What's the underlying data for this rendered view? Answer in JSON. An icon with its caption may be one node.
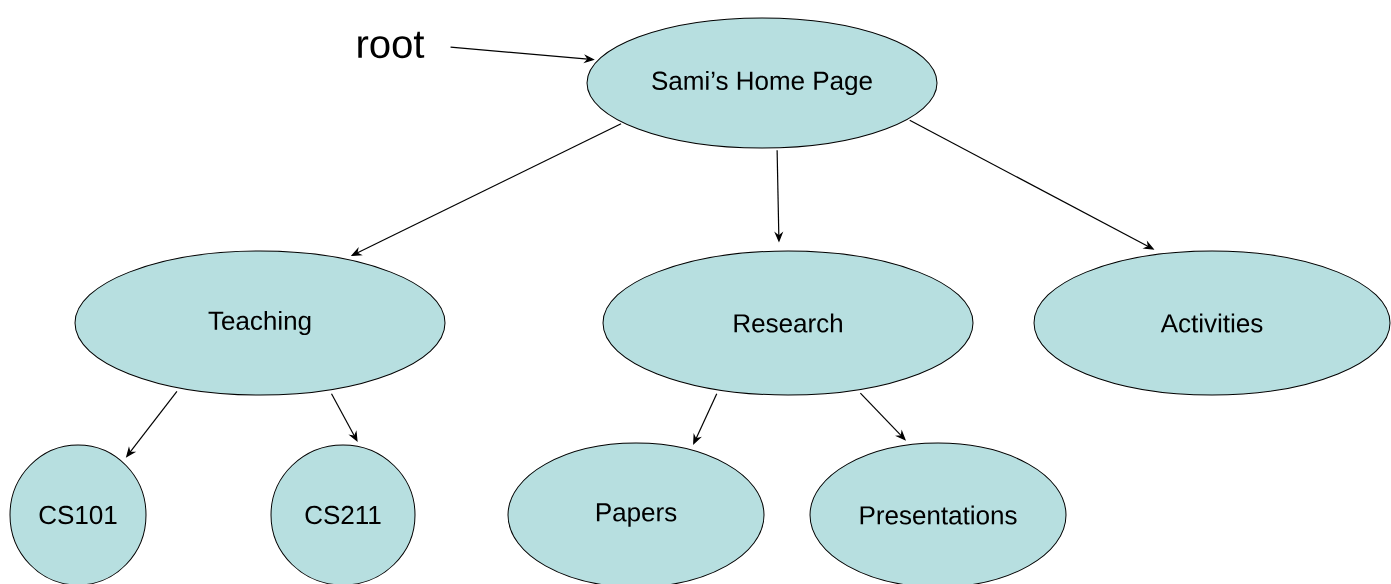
{
  "diagram": {
    "nodes": [
      {
        "text": [
          "root"
        ]
      },
      {
        "text": [
          "Sami’s Home Page"
        ]
      },
      {
        "text": [
          "Teaching"
        ]
      },
      {
        "text": [
          "Research"
        ]
      },
      {
        "text": [
          "Activities"
        ]
      },
      {
        "text": [
          "CS101"
        ]
      },
      {
        "text": [
          "CS211"
        ]
      },
      {
        "text": [
          "Papers"
        ]
      },
      {
        "text": [
          "Presentations"
        ]
      }
    ],
    "edges": [
      {
        "from": 0,
        "to": 1,
        "arrow": "to"
      },
      {
        "from": 1,
        "to": 2,
        "arrow": "to"
      },
      {
        "from": 1,
        "to": 3,
        "arrow": "to"
      },
      {
        "from": 1,
        "to": 4,
        "arrow": "to"
      },
      {
        "from": 2,
        "to": 5,
        "arrow": "to"
      },
      {
        "from": 2,
        "to": 6,
        "arrow": "to"
      },
      {
        "from": 3,
        "to": 7,
        "arrow": "to"
      },
      {
        "from": 3,
        "to": 8,
        "arrow": "to"
      }
    ]
  }
}
